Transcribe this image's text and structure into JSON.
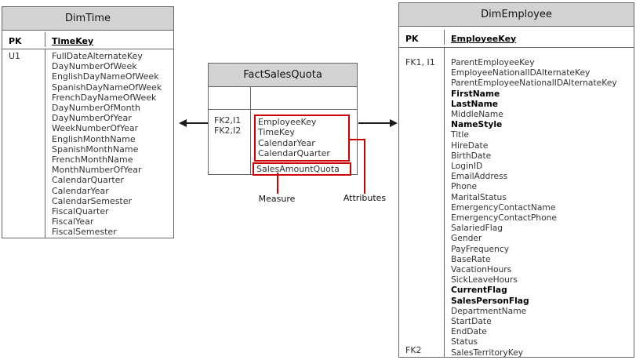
{
  "tables": {
    "dim_time": {
      "title": "DimTime",
      "pk": {
        "label": "PK",
        "key": "TimeKey"
      },
      "index_labels": [
        "U1"
      ],
      "attributes": [
        "FullDateAlternateKey",
        "DayNumberOfWeek",
        "EnglishDayNameOfWeek",
        "SpanishDayNameOfWeek",
        "FrenchDayNameOfWeek",
        "DayNumberOfMonth",
        "DayNumberOfYear",
        "WeekNumberOfYear",
        "EnglishMonthName",
        "SpanishMonthName",
        "FrenchMonthName",
        "MonthNumberOfYear",
        "CalendarQuarter",
        "CalendarYear",
        "CalendarSemester",
        "FiscalQuarter",
        "FiscalYear",
        "FiscalSemester"
      ]
    },
    "fact_sales_quota": {
      "title": "FactSalesQuota",
      "index_labels": [
        "FK2,I1",
        "FK2,I2"
      ],
      "attributes": [
        "EmployeeKey",
        "TimeKey",
        "CalendarYear",
        "CalendarQuarter"
      ],
      "measures": [
        "SalesAmountQuota"
      ]
    },
    "dim_employee": {
      "title": "DimEmployee",
      "pk": {
        "label": "PK",
        "key": "EmployeeKey"
      },
      "index_label_top": "FK1, I1",
      "index_label_bottom": "FK2",
      "attributes": [
        "ParentEmployeeKey",
        "EmployeeNationalIDAlternateKey",
        "ParentEmployeeNationalIDAlternateKey",
        {
          "text": "FirstName",
          "bold": true
        },
        {
          "text": "LastName",
          "bold": true
        },
        "MiddleName",
        {
          "text": "NameStyle",
          "bold": true
        },
        "Title",
        "HireDate",
        "BirthDate",
        "LoginID",
        "EmailAddress",
        "Phone",
        "MaritalStatus",
        "EmergencyContactName",
        "EmergencyContactPhone",
        "SalariedFlag",
        "Gender",
        "PayFrequency",
        "BaseRate",
        "VacationHours",
        "SickLeaveHours",
        {
          "text": "CurrentFlag",
          "bold": true
        },
        {
          "text": "SalesPersonFlag",
          "bold": true
        },
        "DepartmentName",
        "StartDate",
        "EndDate",
        "Status",
        "SalesTerritoryKey"
      ]
    }
  },
  "callouts": {
    "measure": "Measure",
    "attributes": "Attributes"
  },
  "colors": {
    "highlight_red": "#cc0000",
    "header_gray": "#d3d3d3"
  }
}
